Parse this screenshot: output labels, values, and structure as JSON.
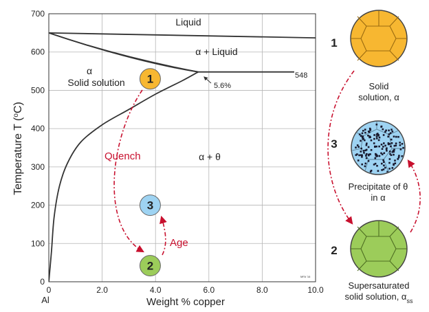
{
  "chart_data": {
    "type": "phase-diagram",
    "xlabel": "Weight % copper",
    "ylabel_main": "Temperature T (",
    "ylabel_sup": "o",
    "ylabel_end": "C)",
    "xlim": [
      0,
      10
    ],
    "ylim": [
      0,
      700
    ],
    "x_ticks": [
      {
        "value": 0,
        "label": "0"
      },
      {
        "value": 2,
        "label": "2.0"
      },
      {
        "value": 4,
        "label": "4.0"
      },
      {
        "value": 6,
        "label": "6.0"
      },
      {
        "value": 8,
        "label": "8.0"
      },
      {
        "value": 10,
        "label": "10.0"
      }
    ],
    "y_ticks": [
      0,
      100,
      200,
      300,
      400,
      500,
      600,
      700
    ],
    "x_origin_label": "Al",
    "grid": true,
    "curves": {
      "liquidus": [
        [
          0,
          650
        ],
        [
          10,
          637
        ]
      ],
      "upper_liquidus": [
        [
          0,
          650
        ],
        [
          5.6,
          548
        ]
      ],
      "eutectic": [
        [
          5.6,
          548
        ],
        [
          9.2,
          548
        ]
      ],
      "solidus": [
        [
          0,
          650
        ],
        [
          5.6,
          548
        ]
      ],
      "solvus": [
        [
          0,
          0
        ],
        [
          0.1,
          80
        ],
        [
          0.2,
          170
        ],
        [
          0.4,
          250
        ],
        [
          0.7,
          310
        ],
        [
          1.2,
          365
        ],
        [
          2,
          410
        ],
        [
          3,
          450
        ],
        [
          4,
          490
        ],
        [
          5,
          525
        ],
        [
          5.6,
          548
        ]
      ]
    },
    "region_labels": {
      "liquid": "Liquid",
      "alpha_liquid": "α + Liquid",
      "alpha": "α",
      "solid_solution": "Solid solution",
      "alpha_theta": "α + θ"
    },
    "eutectic_temp_label": "548",
    "eutectic_comp_label": "5.6%",
    "steps": [
      {
        "number": "1",
        "x": 3.8,
        "y": 530,
        "color": "#f7b731"
      },
      {
        "number": "3",
        "x": 3.8,
        "y": 200,
        "color": "#9ed3f2"
      },
      {
        "number": "2",
        "x": 3.8,
        "y": 42,
        "color": "#9ccc5a"
      }
    ],
    "quench_label": "Quench",
    "age_label": "Age",
    "source_mark": "MFA '16"
  },
  "panel": {
    "stage1": {
      "number": "1",
      "caption_line1": "Solid",
      "caption_line2": "solution, α"
    },
    "stage3": {
      "number": "3",
      "caption_line1": "Precipitate of θ",
      "caption_line2": "in α"
    },
    "stage2": {
      "number": "2",
      "caption_line1": "Supersaturated",
      "caption_line2": "solid solution, α",
      "caption_subscript": "ss"
    }
  },
  "colors": {
    "curve": "#333333",
    "grid": "#b4b4b4",
    "arrow": "#c8102e",
    "yellow": "#f7b731",
    "blue": "#9ed3f2",
    "green": "#9ccc5a"
  }
}
